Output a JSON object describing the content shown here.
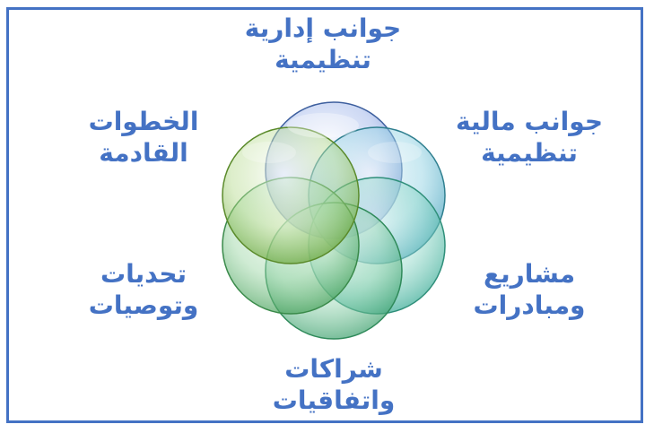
{
  "diagram": {
    "labels": [
      {
        "id": "top",
        "line1": "جوانب إدارية",
        "line2": "تنظيمية"
      },
      {
        "id": "tr",
        "line1": "جوانب مالية",
        "line2": "تنظيمية"
      },
      {
        "id": "br",
        "line1": "مشاريع",
        "line2": "ومبادرات"
      },
      {
        "id": "bottom",
        "line1": "شراكات",
        "line2": "واتفاقيات"
      },
      {
        "id": "bl",
        "line1": "تحديات",
        "line2": "وتوصيات"
      },
      {
        "id": "tl",
        "line1": "الخطوات",
        "line2": "القادمة"
      }
    ],
    "colors": {
      "text": "#4472C4",
      "frame": "#4472C4",
      "circles": [
        "#5B7FD0",
        "#4FB0CC",
        "#4FBFB0",
        "#56B884",
        "#52B068",
        "#7CBF4A"
      ]
    }
  }
}
